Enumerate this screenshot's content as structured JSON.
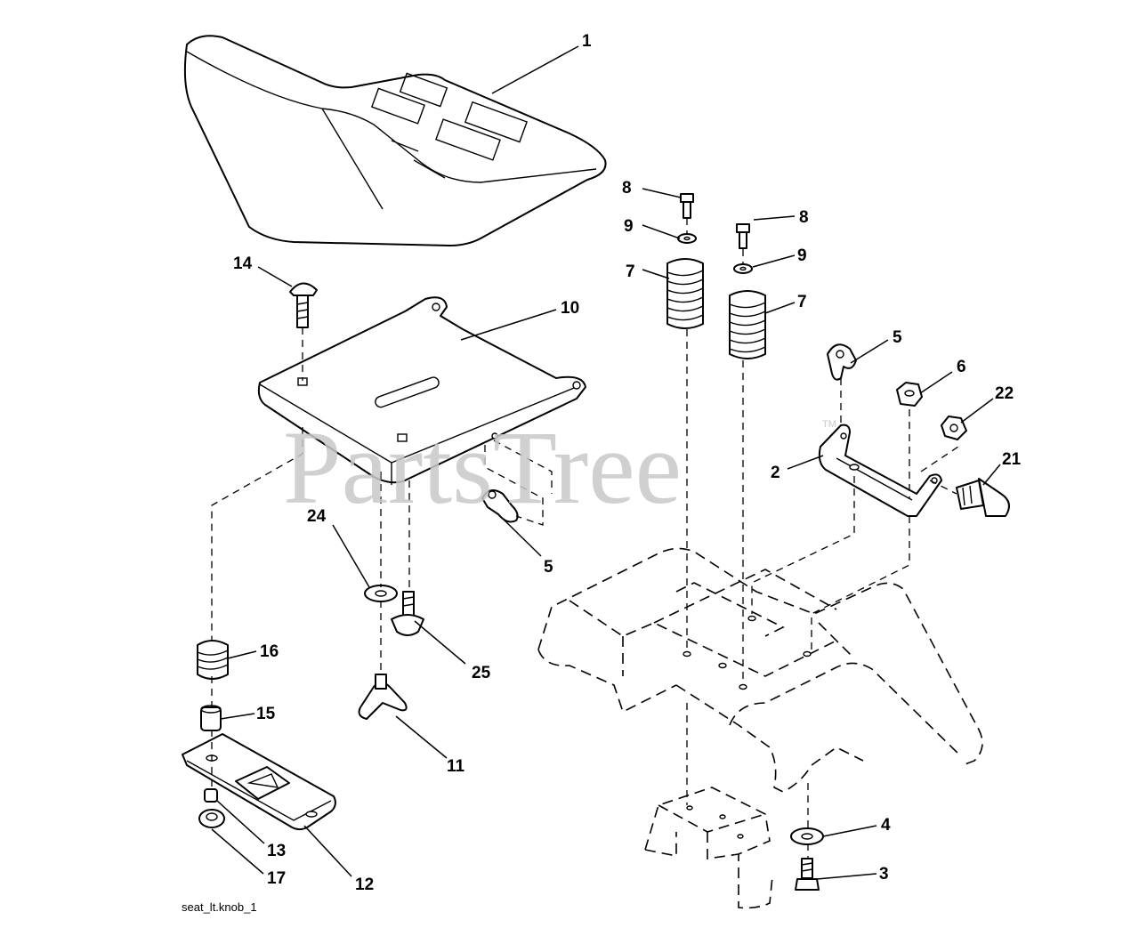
{
  "watermark": {
    "text": "PartsTree",
    "trademark": "TM"
  },
  "filename": "seat_lt.knob_1",
  "callouts": {
    "c1": "1",
    "c2": "2",
    "c3": "3",
    "c4": "4",
    "c5a": "5",
    "c5b": "5",
    "c6": "6",
    "c7a": "7",
    "c7b": "7",
    "c8a": "8",
    "c8b": "8",
    "c9a": "9",
    "c9b": "9",
    "c10": "10",
    "c11": "11",
    "c12": "12",
    "c13": "13",
    "c14": "14",
    "c15": "15",
    "c16": "16",
    "c17": "17",
    "c21": "21",
    "c22": "22",
    "c24": "24",
    "c25": "25"
  },
  "colors": {
    "line": "#000000",
    "watermark": "#c8c8c8",
    "background": "#ffffff"
  }
}
